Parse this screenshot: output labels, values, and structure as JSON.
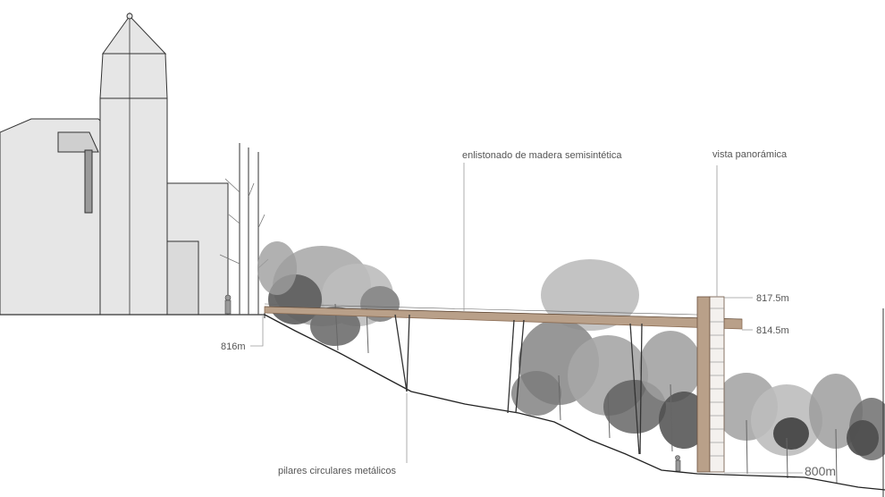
{
  "annotations": {
    "decking": "enlistonado de madera semisintética",
    "pillars": "pilares circulares metálicos",
    "viewpoint": "vista panorámica"
  },
  "elevations": {
    "top_of_tower": "817.5m",
    "deck_level": "814.5m",
    "entrance": "816m",
    "valley_floor": "800m"
  },
  "colors": {
    "wood": "#b9a089",
    "wood_dark": "#8a6b52",
    "building": "#e6e6e6",
    "line": "#333333",
    "tree_dark": "#5c5c5c",
    "tree_mid": "#8c8c8c",
    "tree_light": "#bdbdbd"
  }
}
